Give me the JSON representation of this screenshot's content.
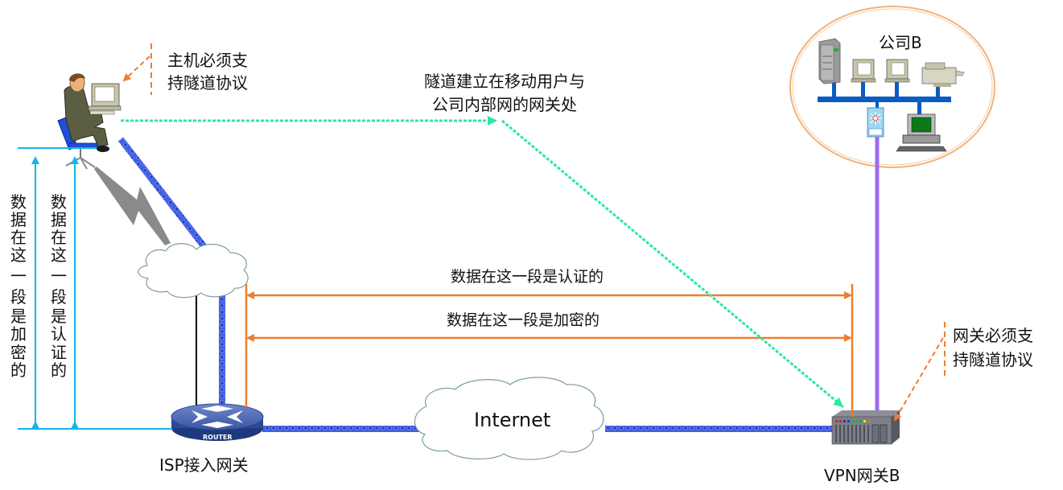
{
  "diagram": {
    "title": "VPN tunnel between mobile user and company gateway",
    "nodes": {
      "mobile_user": {
        "label": "",
        "icon": "person-at-computer-icon"
      },
      "isp_cloud": {
        "label": "",
        "icon": "cloud-icon"
      },
      "isp_router": {
        "label": "ISP接入网关",
        "device_text": "ROUTER",
        "icon": "router-icon"
      },
      "internet": {
        "label": "Internet",
        "icon": "cloud-icon"
      },
      "vpn_gateway": {
        "label": "VPN网关B",
        "icon": "gateway-chassis-icon"
      },
      "company": {
        "label": "公司B",
        "icon": "lan-icon"
      }
    },
    "annotations": {
      "host_note_line1": "主机必须支",
      "host_note_line2": "持隧道协议",
      "tunnel_note_line1": "隧道建立在移动用户与",
      "tunnel_note_line2": "公司内部网的网关处",
      "gateway_note_line1": "网关必须支",
      "gateway_note_line2": "持隧道协议",
      "auth_segment": "数据在这一段是认证的",
      "encrypt_segment": "数据在这一段是加密的",
      "vertical_encrypt": [
        "数",
        "据",
        "在",
        "这",
        "一",
        "段",
        "是",
        "加",
        "密",
        "的"
      ],
      "vertical_auth": [
        "数",
        "据",
        "在",
        "这",
        "一",
        "段",
        "是",
        "认",
        "证",
        "的"
      ]
    },
    "colors": {
      "orange": "#ed7d31",
      "cyan": "#13b5ea",
      "link_blue": "#3f5fe0",
      "tunnel_green": "#2ee8a0",
      "purple": "#9b6cf0",
      "lan_blue": "#0a5cc2",
      "company_ring": "#f3b27a"
    }
  }
}
